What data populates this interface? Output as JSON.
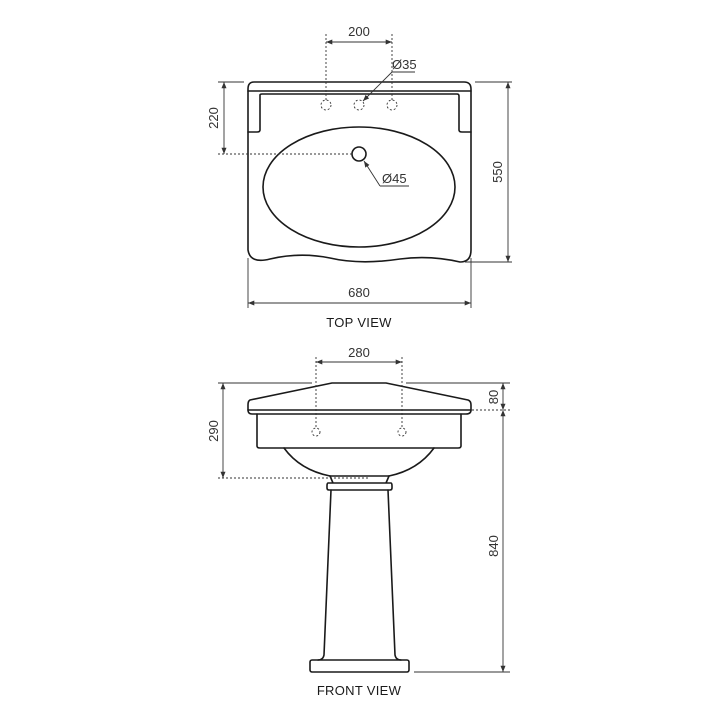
{
  "top_view": {
    "label": "TOP VIEW",
    "dimensions": {
      "tap_spacing": "200",
      "tap_hole": "Ø35",
      "tap_to_waste": "220",
      "depth": "550",
      "waste_hole": "Ø45",
      "width": "680"
    }
  },
  "front_view": {
    "label": "FRONT VIEW",
    "dimensions": {
      "tap_spacing": "280",
      "basin_height": "290",
      "rim_height": "80",
      "overall_height": "840"
    }
  }
}
